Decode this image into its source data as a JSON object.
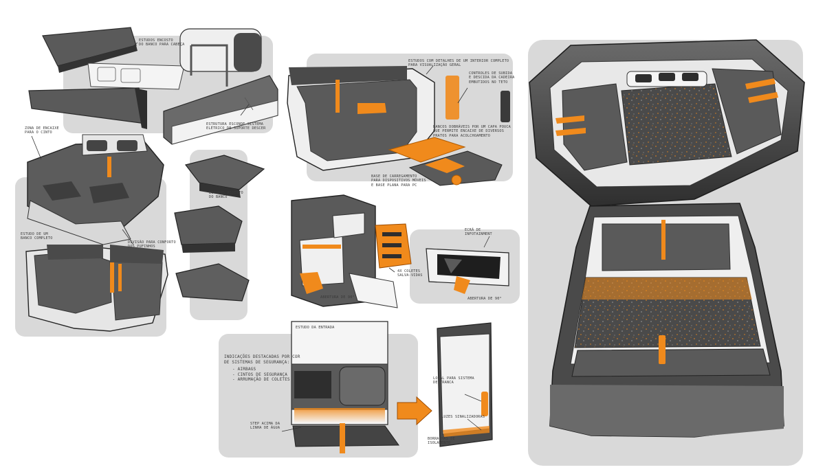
{
  "colors": {
    "accent": "#f08a1c",
    "panel": "#d9d9d9",
    "fabric": "#5a5a5a",
    "shell": "#3c3c3c",
    "highlight": "#f2f2f2"
  },
  "notes": {
    "headrest": "Estudos encosto\ndo banco para cabeça",
    "frame": "Estrutura esconde sistema\nelétrico de suporte descer",
    "belt_zone": "Zona de encaixe\npara o cinto",
    "full_bench": "Estudo de um\nbanco completo",
    "split": "Divisão para conforto\ndos pufinhos",
    "seat_cushion": "Estudos assento\ndo banco",
    "interior": "Estudos com detalhes de um interior completo\npara visualização geral",
    "ceiling": "Controles de subida\ne descida da cadeira\nembutidos no teto",
    "bench_drawers": "Bancos dobráveis por um capa pouca\nque permite encaixe de diversos\npratos para acolchoamento",
    "charging": "Base de carregamento\npara dispositivos móveis\ne base plana para PC",
    "screen": "Ecrã de\ninfotainment",
    "vests": "4x coletes\nsalva-vidas",
    "opening_left": "Abertura de 90°",
    "opening_right": "Abertura de 90°",
    "entrance": "Estudo da entrada",
    "highlights_title": "Indicações destacadas por cor\nde sistemas de segurança:",
    "highlights_list": "- Airbags\n- Cintos de segurança\n- Arrumação de coletes",
    "step": "Step acima da\nlinha de água",
    "lock": "Local para sistema\nde tranca",
    "lights": "Luzes sinalizadoras",
    "rubber": "Borrachas de\nisolamento"
  }
}
